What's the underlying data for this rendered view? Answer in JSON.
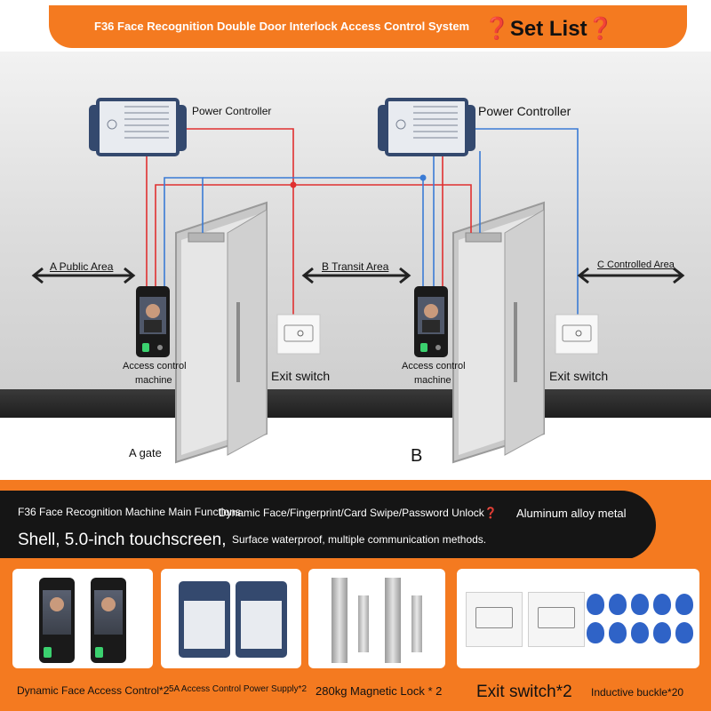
{
  "header": {
    "title": "F36 Face Recognition Double Door Interlock Access Control System",
    "set_list": "❓Set List❓"
  },
  "diagram": {
    "power_controller_a": "Power Controller",
    "power_controller_b": "Power Controller",
    "area_a": "A Public Area",
    "area_b": "B Transit Area",
    "area_c": "C Controlled Area",
    "access_machine_a_line1": "Access control",
    "access_machine_a_line2": "machine",
    "access_machine_b_line1": "Access control",
    "access_machine_b_line2": "machine",
    "exit_switch_a": "Exit switch",
    "exit_switch_b": "Exit switch",
    "gate_a": "A gate",
    "gate_b": "B"
  },
  "functions": {
    "heading": "F36 Face Recognition Machine Main Functions",
    "unlock_modes": "Dynamic Face/Fingerprint/Card Swipe/Password Unlock❓",
    "material_a": "Aluminum alloy metal",
    "material_b": "Shell, 5.0-inch touchscreen,",
    "features": "Surface waterproof, multiple communication methods."
  },
  "set_items": [
    {
      "label": "Dynamic Face Access Control*2"
    },
    {
      "label": "5A Access Control Power Supply*2"
    },
    {
      "label": "280kg Magnetic Lock * 2"
    },
    {
      "label": "Exit switch*2"
    },
    {
      "label": "Inductive buckle*20"
    }
  ],
  "colors": {
    "accent": "#f47a20",
    "wire_red": "#e03030",
    "wire_blue": "#3a7bd5"
  }
}
